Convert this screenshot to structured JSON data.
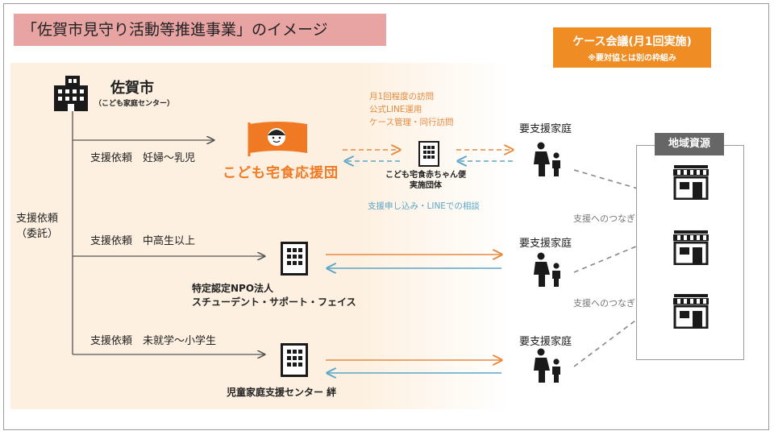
{
  "title": "「佐賀市見守り活動等推進事業」のイメージ",
  "case_meeting": {
    "title": "ケース会議(月1回実施)",
    "note": "※要対協とは別の枠組み"
  },
  "city": {
    "name": "佐賀市",
    "sub": "（こども家庭センター）"
  },
  "side_label": [
    "支援依頼",
    "（委託）"
  ],
  "requests": [
    {
      "label": "支援依頼",
      "target": "妊婦～乳児"
    },
    {
      "label": "支援依頼",
      "target": "中高生以上"
    },
    {
      "label": "支援依頼",
      "target": "未就学～小学生"
    }
  ],
  "flag_org": "こども宅食応援団",
  "org1": [
    "こども宅食赤ちゃん便",
    "実施団体"
  ],
  "org2": [
    "特定認定NPO法人",
    "スチューデント・サポート・フェイス"
  ],
  "org3": "児童家庭支援センター 絆",
  "notes_orange": [
    "月1回程度の訪問",
    "公式LINE運用",
    "ケース管理・同行訪問"
  ],
  "note_blue": "支援申し込み・LINEでの相談",
  "family_label": "要支援家庭",
  "region": "地域資源",
  "link_label": "支援へのつなぎ",
  "colors": {
    "orange": "#ef8c23",
    "blue": "#5aa6c8",
    "title_bg": "#e8a3a3",
    "cream": "#fdf0e0"
  }
}
